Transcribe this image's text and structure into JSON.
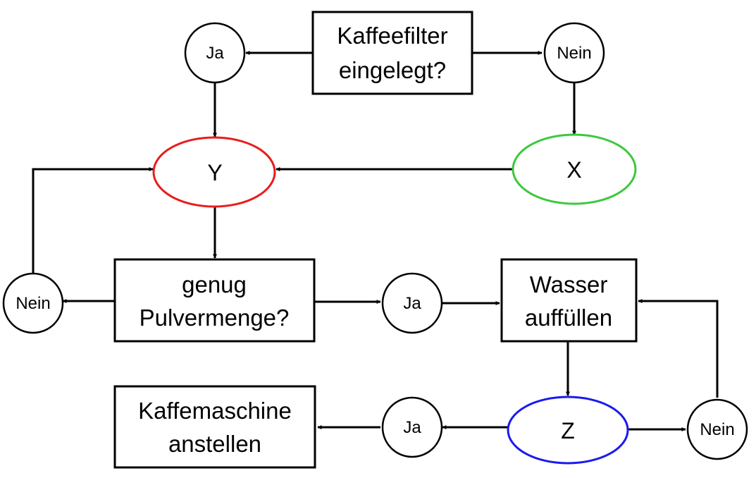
{
  "nodes": {
    "filter_question": [
      "Kaffeefilter",
      "eingelegt?"
    ],
    "filter_yes": "Ja",
    "filter_no": "Nein",
    "y_step": "Y",
    "x_step": "X",
    "powder_question": [
      "genug",
      "Pulvermenge?"
    ],
    "powder_no": "Nein",
    "powder_yes": "Ja",
    "water_step": [
      "Wasser",
      "auffüllen"
    ],
    "z_step": "Z",
    "z_yes": "Ja",
    "z_no": "Nein",
    "final_step": [
      "Kaffemaschine",
      "anstellen"
    ]
  },
  "colors": {
    "y_step": "#e81c1c",
    "x_step": "#3cc83c",
    "z_step": "#1a1aee"
  }
}
